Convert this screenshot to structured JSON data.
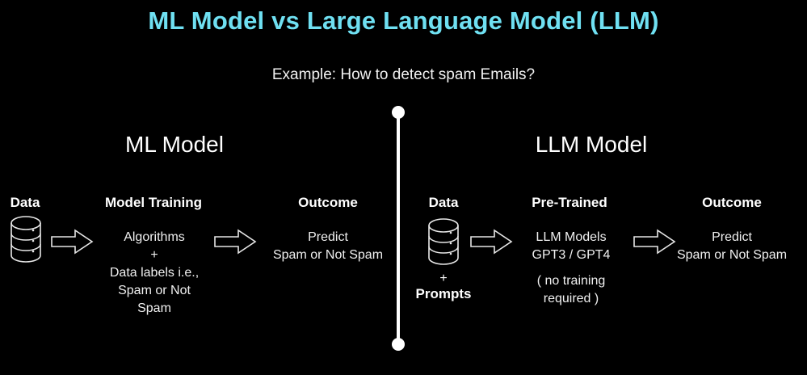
{
  "slide": {
    "title": "ML Model vs Large Language Model (LLM)",
    "subtitle": "Example: How to detect spam Emails?",
    "background_color": "#000000",
    "title_color": "#6FE0F2",
    "text_color": "#FFFFFF"
  },
  "divider": {
    "name": "vertical-divider-with-end-dots",
    "color": "#FFFFFF"
  },
  "panels": [
    {
      "id": "ml",
      "heading": "ML Model",
      "columns": [
        {
          "id": "ml-data",
          "label": "Data",
          "icon": "database-icon",
          "body": ""
        },
        {
          "id": "ml-model-training",
          "label": "Model Training",
          "body": "Algorithms\n+\nData labels i.e.,\nSpam or Not\nSpam"
        },
        {
          "id": "ml-outcome",
          "label": "Outcome",
          "body": "Predict\nSpam or Not Spam"
        }
      ],
      "arrows": [
        "arrow-right-icon",
        "arrow-right-icon"
      ]
    },
    {
      "id": "llm",
      "heading": "LLM Model",
      "columns": [
        {
          "id": "llm-data",
          "label": "Data",
          "icon": "database-icon",
          "plus": "+",
          "sub_label": "Prompts",
          "body": ""
        },
        {
          "id": "llm-pre-trained",
          "label": "Pre-Trained",
          "body": "LLM Models\nGPT3 / GPT4",
          "body2": "( no training\nrequired )"
        },
        {
          "id": "llm-outcome",
          "label": "Outcome",
          "body": "Predict\nSpam or Not Spam"
        }
      ],
      "arrows": [
        "arrow-right-icon",
        "arrow-right-icon"
      ]
    }
  ]
}
